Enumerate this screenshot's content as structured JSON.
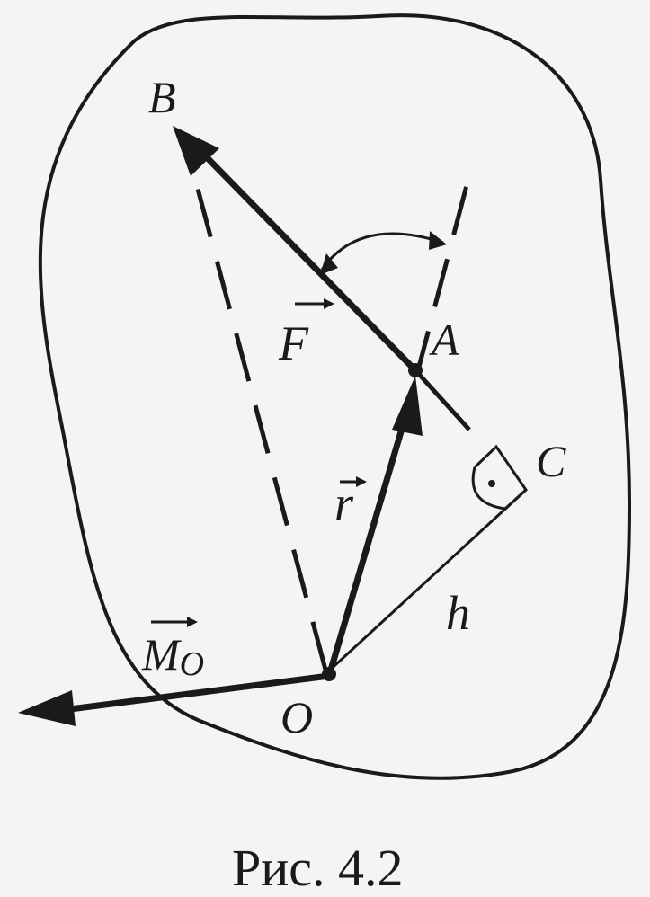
{
  "figure": {
    "points": {
      "B": "B",
      "A": "A",
      "C": "C",
      "O": "O"
    },
    "vectors": {
      "force": "F",
      "radius": "r",
      "moment": "M",
      "moment_subscript": "O"
    },
    "lever_arm": "h",
    "caption": "Рис. 4.2"
  },
  "colors": {
    "ink": "#1a1a1a",
    "paper": "#f4f4f2"
  }
}
